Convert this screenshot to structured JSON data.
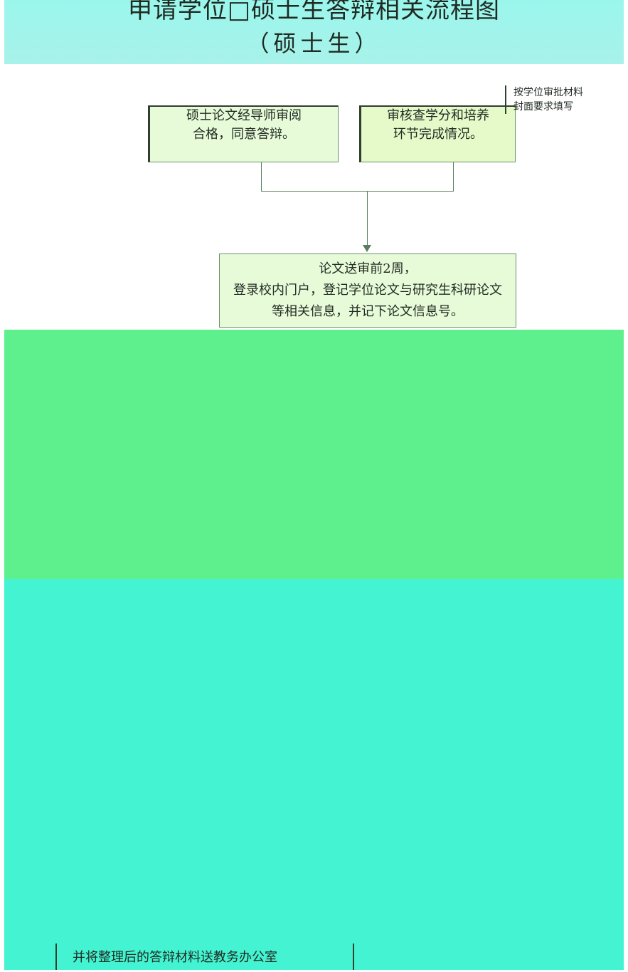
{
  "title": {
    "line1": "申请学位□硕士生答辩相关流程图",
    "line2": "（硕士生）"
  },
  "side_note": "按学位审批材料\n封面要求填写",
  "boxes": {
    "advisor_review": [
      "硕士论文经导师审阅",
      "合格，同意答辩。"
    ],
    "credit_check": [
      "审核查学分和培养",
      "环节完成情况。"
    ],
    "registration": [
      "论文送审前2周，",
      "登录校内门户，登记学位论文与研究生科研论文",
      "等相关信息，并记下论文信息号。"
    ]
  },
  "footer_text": "并将整理后的答辩材料送教务办公室"
}
